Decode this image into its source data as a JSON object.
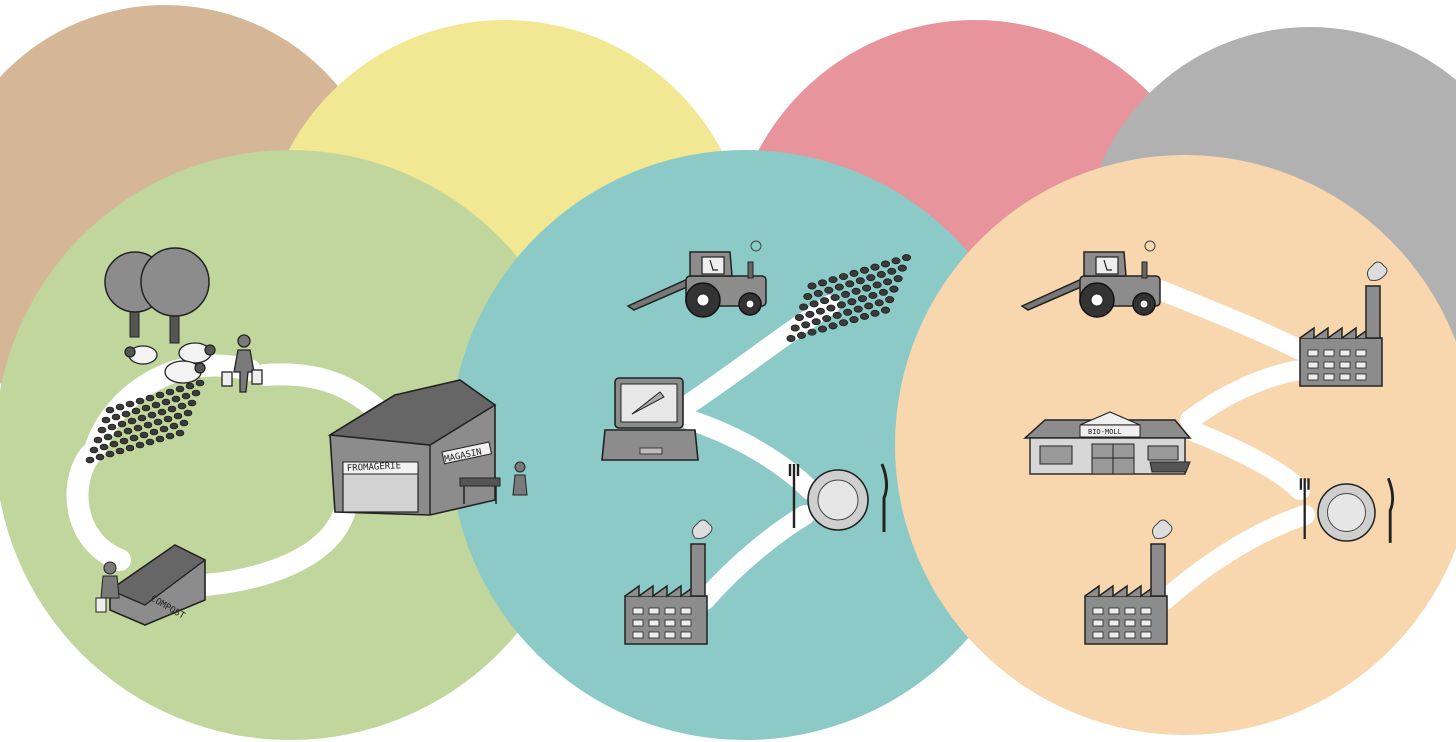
{
  "colors": {
    "circle_tan": "#d5b797",
    "circle_yellow": "#f2e793",
    "circle_red": "#e8949c",
    "circle_gray": "#b1b1b1",
    "circle_green": "#c0d69c",
    "circle_teal": "#8ccac7",
    "circle_peach": "#f8d7af",
    "path_white": "#ffffff",
    "ink": "#222222",
    "drawing_gray": "#8c8c8c"
  },
  "labels": {
    "fromagerie": "FROMAGERIE",
    "magasin": "MAGASIN",
    "compost": "COMPOST",
    "supermarket_sign": "BIO-MOLL"
  }
}
